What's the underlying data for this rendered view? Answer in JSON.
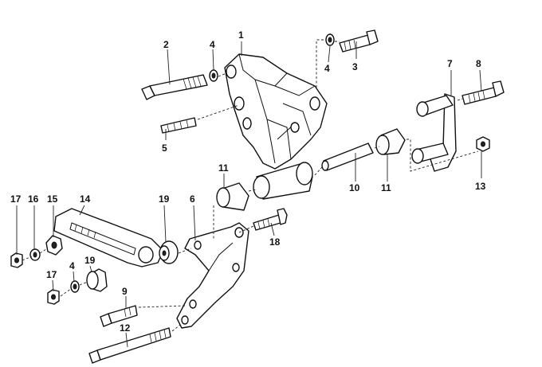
{
  "diagram": {
    "callouts": [
      {
        "id": "c1",
        "label": "1"
      },
      {
        "id": "c2",
        "label": "2"
      },
      {
        "id": "c4a",
        "label": "4"
      },
      {
        "id": "c4b",
        "label": "4"
      },
      {
        "id": "c3",
        "label": "3"
      },
      {
        "id": "c5",
        "label": "5"
      },
      {
        "id": "c7",
        "label": "7"
      },
      {
        "id": "c8",
        "label": "8"
      },
      {
        "id": "c11a",
        "label": "11"
      },
      {
        "id": "c10",
        "label": "10"
      },
      {
        "id": "c11b",
        "label": "11"
      },
      {
        "id": "c13",
        "label": "13"
      },
      {
        "id": "c17a",
        "label": "17"
      },
      {
        "id": "c16",
        "label": "16"
      },
      {
        "id": "c15",
        "label": "15"
      },
      {
        "id": "c14",
        "label": "14"
      },
      {
        "id": "c19a",
        "label": "19"
      },
      {
        "id": "c6",
        "label": "6"
      },
      {
        "id": "c18",
        "label": "18"
      },
      {
        "id": "c4c",
        "label": "4"
      },
      {
        "id": "c19b",
        "label": "19"
      },
      {
        "id": "c17b",
        "label": "17"
      },
      {
        "id": "c9",
        "label": "9"
      },
      {
        "id": "c12",
        "label": "12"
      }
    ]
  }
}
